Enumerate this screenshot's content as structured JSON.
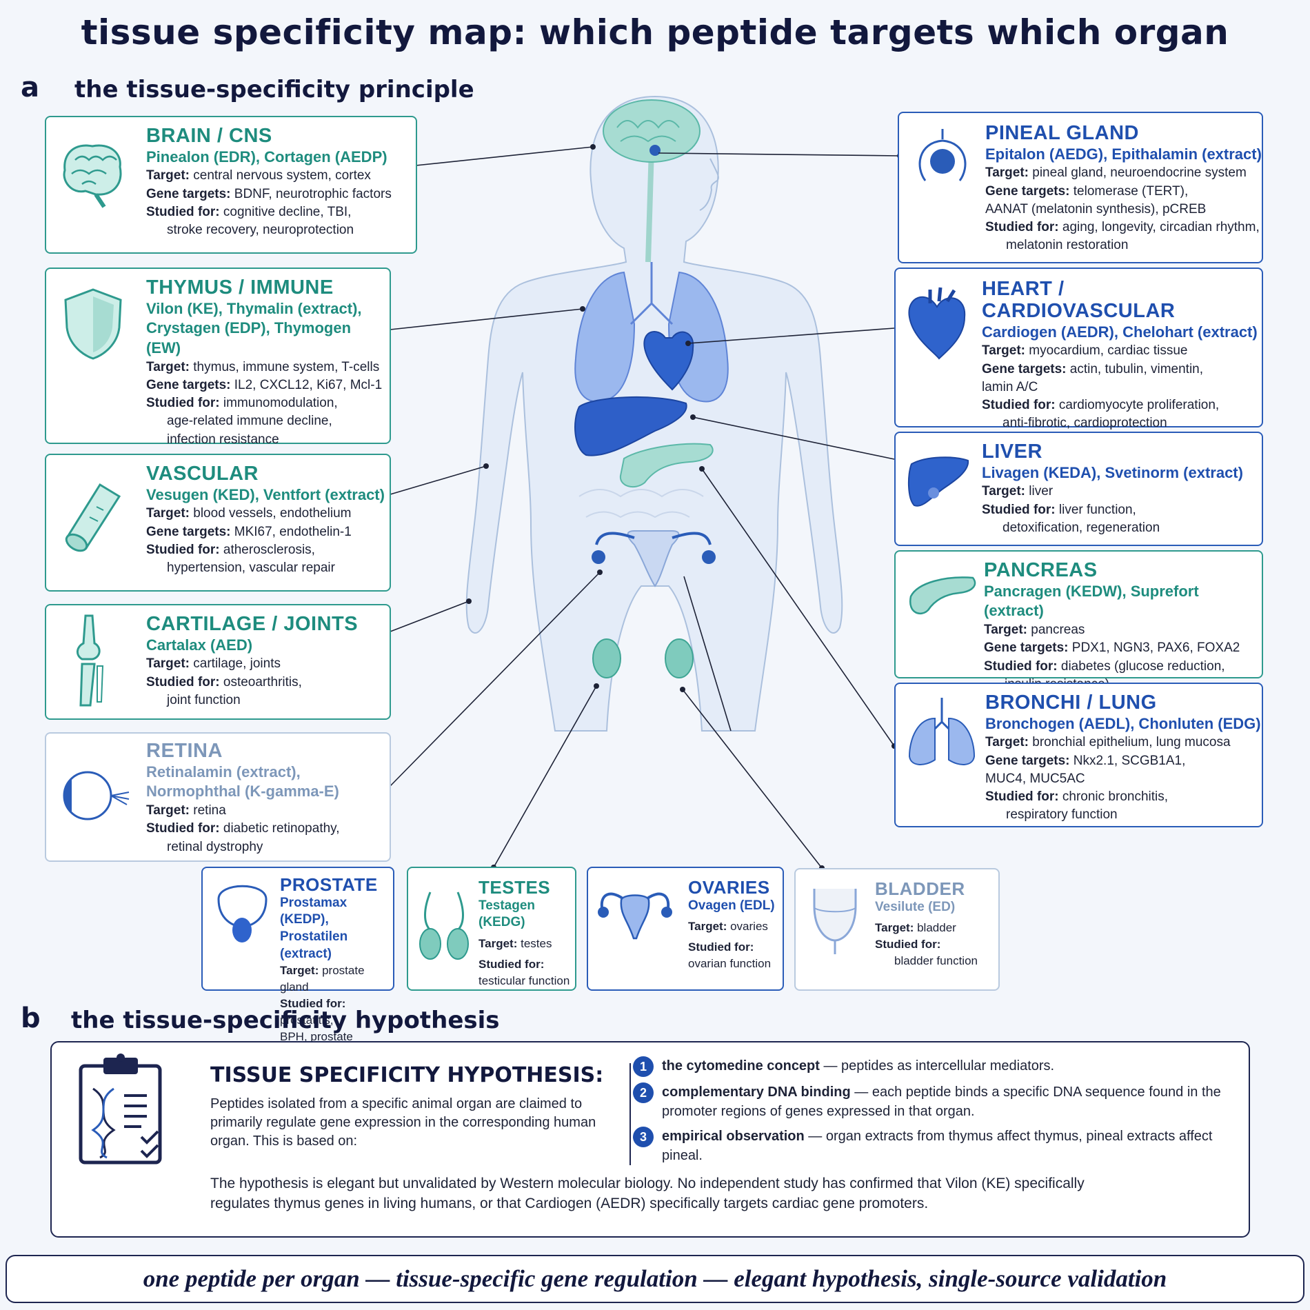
{
  "title": "tissue specificity map: which peptide targets which organ",
  "section_a": {
    "letter": "a",
    "title": "the tissue-specificity principle"
  },
  "section_b": {
    "letter": "b",
    "title": "the tissue-specificity hypothesis"
  },
  "cards": {
    "brain": {
      "organ": "BRAIN / CNS",
      "peptides": "Pinealon (EDR), Cortagen (AEDP)",
      "target": "central nervous system, cortex",
      "genes": "BDNF, neurotrophic factors",
      "studied1": "cognitive decline, TBI,",
      "studied2": "stroke recovery, neuroprotection",
      "icon": "brain-icon"
    },
    "thymus": {
      "organ": "THYMUS / IMMUNE",
      "peptides1": "Vilon (KE), Thymalin (extract),",
      "peptides2": "Crystagen (EDP), Thymogen (EW)",
      "target": "thymus, immune system, T-cells",
      "genes": "IL2, CXCL12, Ki67, Mcl-1",
      "studied1": "immunomodulation,",
      "studied2": "age-related immune decline,",
      "studied3": "infection resistance",
      "icon": "shield-icon"
    },
    "vascular": {
      "organ": "VASCULAR",
      "peptides": "Vesugen (KED), Ventfort (extract)",
      "target": "blood vessels, endothelium",
      "genes": "MKI67, endothelin-1",
      "studied1": "atherosclerosis,",
      "studied2": "hypertension, vascular repair",
      "icon": "blood-vessel-icon"
    },
    "cartilage": {
      "organ": "CARTILAGE / JOINTS",
      "peptides": "Cartalax (AED)",
      "target": "cartilage, joints",
      "studied1": "osteoarthritis,",
      "studied2": "joint function",
      "icon": "knee-joint-icon"
    },
    "retina": {
      "organ": "RETINA",
      "peptides1": "Retinalamin (extract),",
      "peptides2": "Normophthal (K-gamma-E)",
      "target": "retina",
      "studied1": "diabetic retinopathy,",
      "studied2": "retinal dystrophy",
      "icon": "eye-icon"
    },
    "pineal": {
      "organ": "PINEAL GLAND",
      "peptides": "Epitalon (AEDG), Epithalamin (extract)",
      "target": "pineal gland, neuroendocrine system",
      "genes1": "telomerase (TERT),",
      "genes2": "AANAT (melatonin synthesis), pCREB",
      "studied1": "aging, longevity, circadian rhythm,",
      "studied2": "melatonin restoration",
      "icon": "pineal-gland-icon"
    },
    "heart": {
      "organ": "HEART / CARDIOVASCULAR",
      "peptides": "Cardiogen (AEDR), Chelohart (extract)",
      "target": "myocardium, cardiac tissue",
      "genes1": "actin, tubulin, vimentin,",
      "genes2": "lamin A/C",
      "studied1": "cardiomyocyte proliferation,",
      "studied2": "anti-fibrotic, cardioprotection",
      "icon": "heart-icon"
    },
    "liver": {
      "organ": "LIVER",
      "peptides": "Livagen (KEDA), Svetinorm (extract)",
      "target": "liver",
      "studied1": "liver function,",
      "studied2": "detoxification, regeneration",
      "icon": "liver-icon"
    },
    "pancreas": {
      "organ": "PANCREAS",
      "peptides": "Pancragen (KEDW), Suprefort (extract)",
      "target": "pancreas",
      "genes": "PDX1, NGN3, PAX6, FOXA2",
      "studied1": "diabetes (glucose reduction,",
      "studied2": "insulin resistance)",
      "icon": "pancreas-icon"
    },
    "bronchi": {
      "organ": "BRONCHI / LUNG",
      "peptides": "Bronchogen (AEDL), Chonluten (EDG)",
      "target": "bronchial epithelium, lung mucosa",
      "genes1": "Nkx2.1, SCGB1A1,",
      "genes2": "MUC4, MUC5AC",
      "studied1": "chronic bronchitis,",
      "studied2": "respiratory function",
      "icon": "lungs-icon"
    },
    "prostate": {
      "organ": "PROSTATE",
      "peptides1": "Prostamax (KEDP),",
      "peptides2": "Prostatilen (extract)",
      "target": "prostate gland",
      "studied1": "prostatitis,",
      "studied2": "BPH, prostate function",
      "icon": "prostate-icon"
    },
    "testes": {
      "organ": "TESTES",
      "peptides": "Testagen (KEDG)",
      "target": "testes",
      "studied1": "testicular function",
      "icon": "testes-icon"
    },
    "ovaries": {
      "organ": "OVARIES",
      "peptides": "Ovagen (EDL)",
      "target": "ovaries",
      "studied1": "ovarian function",
      "icon": "ovaries-icon"
    },
    "bladder": {
      "organ": "BLADDER",
      "peptides": "Vesilute (ED)",
      "target": "bladder",
      "studied1": "bladder function",
      "icon": "bladder-icon"
    }
  },
  "labels": {
    "target": "Target:",
    "genes": "Gene targets:",
    "studied": "Studied for:"
  },
  "hypothesis": {
    "heading": "TISSUE SPECIFICITY HYPOTHESIS:",
    "description": "Peptides isolated from a specific animal organ are claimed to primarily regulate gene expression in the corresponding human organ. This is based on:",
    "items": [
      {
        "num": "1",
        "bold": "the cytomedine concept",
        "text": " — peptides as intercellular mediators."
      },
      {
        "num": "2",
        "bold": "complementary DNA binding",
        "text": " — each peptide binds a specific DNA sequence found in the promoter regions of genes expressed in that organ."
      },
      {
        "num": "3",
        "bold": "empirical observation",
        "text": " — organ extracts from thymus affect thymus, pineal extracts affect pineal."
      }
    ],
    "note": "The hypothesis is elegant but unvalidated by Western molecular biology. No independent study has confirmed that Vilon (KE) specifically regulates thymus genes in living humans, or that Cardiogen (AEDR) specifically targets cardiac gene promoters.",
    "icon": "clipboard-dna-icon"
  },
  "footer": "one peptide per organ — tissue-specific gene regulation — elegant hypothesis, single-source validation"
}
